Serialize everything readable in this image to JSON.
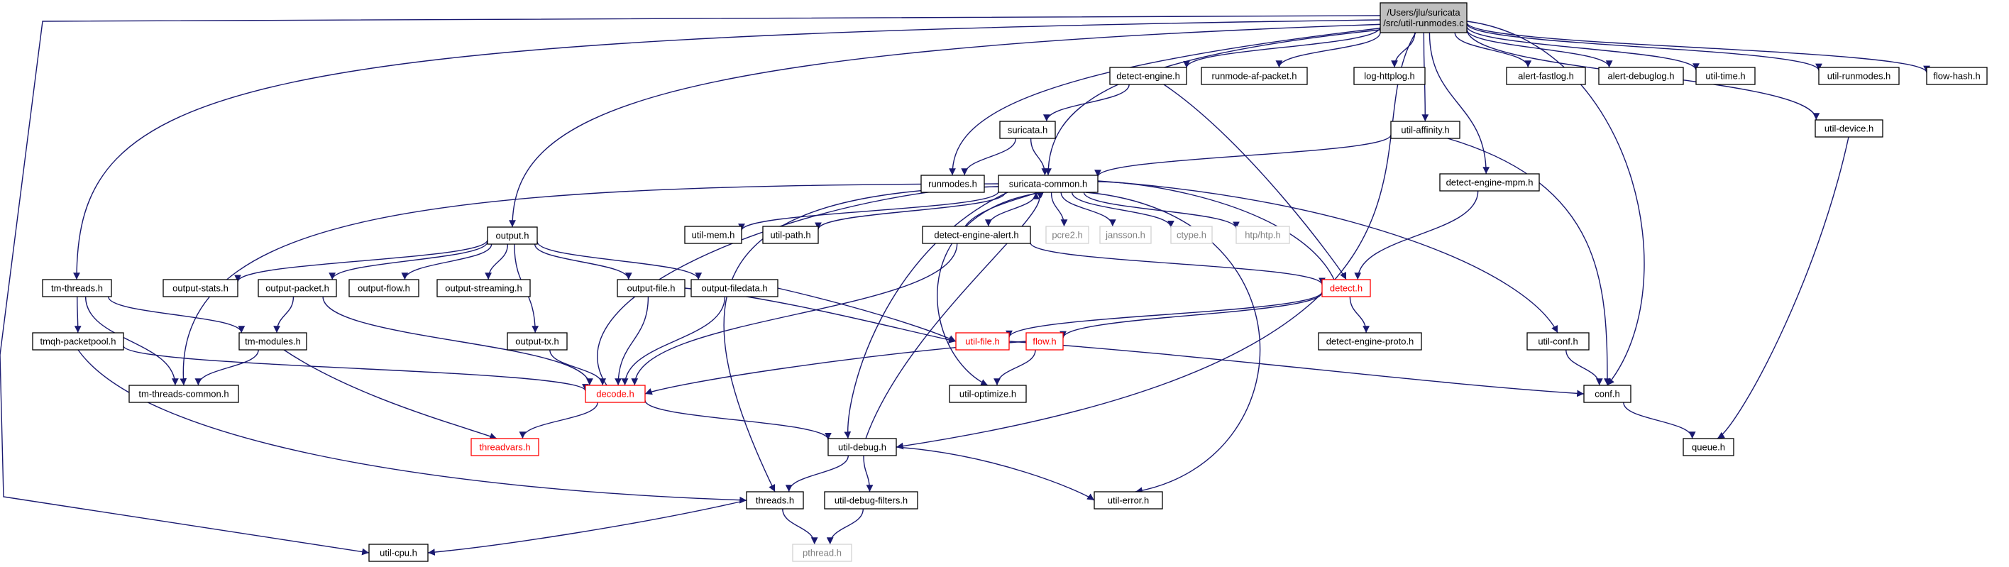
{
  "colors": {
    "edge": "#191970",
    "node_fill": "#ffffff",
    "node_border": "#000000",
    "root_fill": "#bfbfbf",
    "missing_border": "#d3d3d3",
    "missing_text": "#808080",
    "truncated_border": "#ff0000",
    "truncated_text": "#ff0000",
    "text": "#000000"
  },
  "nodes": [
    {
      "id": "root",
      "lines": [
        "/Users/jlu/suricata",
        "/src/util-runmodes.c"
      ],
      "kind": "root"
    },
    {
      "id": "tm-threads",
      "lines": [
        "tm-threads.h"
      ],
      "kind": "normal"
    },
    {
      "id": "output",
      "lines": [
        "output.h"
      ],
      "kind": "normal"
    },
    {
      "id": "runmodes",
      "lines": [
        "runmodes.h"
      ],
      "kind": "normal"
    },
    {
      "id": "suricata-common",
      "lines": [
        "suricata-common.h"
      ],
      "kind": "normal"
    },
    {
      "id": "detect-engine",
      "lines": [
        "detect-engine.h"
      ],
      "kind": "normal"
    },
    {
      "id": "runmode-af-packet",
      "lines": [
        "runmode-af-packet.h"
      ],
      "kind": "normal"
    },
    {
      "id": "log-httplog",
      "lines": [
        "log-httplog.h"
      ],
      "kind": "normal"
    },
    {
      "id": "util-affinity",
      "lines": [
        "util-affinity.h"
      ],
      "kind": "normal"
    },
    {
      "id": "detect-engine-mpm",
      "lines": [
        "detect-engine-mpm.h"
      ],
      "kind": "normal"
    },
    {
      "id": "alert-fastlog",
      "lines": [
        "alert-fastlog.h"
      ],
      "kind": "normal"
    },
    {
      "id": "alert-debuglog",
      "lines": [
        "alert-debuglog.h"
      ],
      "kind": "normal"
    },
    {
      "id": "util-time",
      "lines": [
        "util-time.h"
      ],
      "kind": "normal"
    },
    {
      "id": "util-device",
      "lines": [
        "util-device.h"
      ],
      "kind": "normal"
    },
    {
      "id": "util-runmodes",
      "lines": [
        "util-runmodes.h"
      ],
      "kind": "normal"
    },
    {
      "id": "flow-hash",
      "lines": [
        "flow-hash.h"
      ],
      "kind": "normal"
    },
    {
      "id": "suricata",
      "lines": [
        "suricata.h"
      ],
      "kind": "normal"
    },
    {
      "id": "util-mem",
      "lines": [
        "util-mem.h"
      ],
      "kind": "normal"
    },
    {
      "id": "util-path",
      "lines": [
        "util-path.h"
      ],
      "kind": "normal"
    },
    {
      "id": "detect-engine-alert",
      "lines": [
        "detect-engine-alert.h"
      ],
      "kind": "normal"
    },
    {
      "id": "pcre2",
      "lines": [
        "pcre2.h"
      ],
      "kind": "missing"
    },
    {
      "id": "jansson",
      "lines": [
        "jansson.h"
      ],
      "kind": "missing"
    },
    {
      "id": "ctype",
      "lines": [
        "ctype.h"
      ],
      "kind": "missing"
    },
    {
      "id": "htp",
      "lines": [
        "htp/htp.h"
      ],
      "kind": "missing"
    },
    {
      "id": "output-stats",
      "lines": [
        "output-stats.h"
      ],
      "kind": "normal"
    },
    {
      "id": "output-packet",
      "lines": [
        "output-packet.h"
      ],
      "kind": "normal"
    },
    {
      "id": "output-flow",
      "lines": [
        "output-flow.h"
      ],
      "kind": "normal"
    },
    {
      "id": "output-streaming",
      "lines": [
        "output-streaming.h"
      ],
      "kind": "normal"
    },
    {
      "id": "output-file",
      "lines": [
        "output-file.h"
      ],
      "kind": "normal"
    },
    {
      "id": "output-filedata",
      "lines": [
        "output-filedata.h"
      ],
      "kind": "normal"
    },
    {
      "id": "detect",
      "lines": [
        "detect.h"
      ],
      "kind": "truncated"
    },
    {
      "id": "tmqh-packetpool",
      "lines": [
        "tmqh-packetpool.h"
      ],
      "kind": "normal"
    },
    {
      "id": "tm-modules",
      "lines": [
        "tm-modules.h"
      ],
      "kind": "normal"
    },
    {
      "id": "output-tx",
      "lines": [
        "output-tx.h"
      ],
      "kind": "normal"
    },
    {
      "id": "util-file",
      "lines": [
        "util-file.h"
      ],
      "kind": "truncated"
    },
    {
      "id": "flow",
      "lines": [
        "flow.h"
      ],
      "kind": "truncated"
    },
    {
      "id": "detect-engine-proto",
      "lines": [
        "detect-engine-proto.h"
      ],
      "kind": "normal"
    },
    {
      "id": "util-conf",
      "lines": [
        "util-conf.h"
      ],
      "kind": "normal"
    },
    {
      "id": "tm-threads-common",
      "lines": [
        "tm-threads-common.h"
      ],
      "kind": "normal"
    },
    {
      "id": "decode",
      "lines": [
        "decode.h"
      ],
      "kind": "truncated"
    },
    {
      "id": "util-optimize",
      "lines": [
        "util-optimize.h"
      ],
      "kind": "normal"
    },
    {
      "id": "conf",
      "lines": [
        "conf.h"
      ],
      "kind": "normal"
    },
    {
      "id": "threadvars",
      "lines": [
        "threadvars.h"
      ],
      "kind": "truncated"
    },
    {
      "id": "util-debug",
      "lines": [
        "util-debug.h"
      ],
      "kind": "normal"
    },
    {
      "id": "queue",
      "lines": [
        "queue.h"
      ],
      "kind": "normal"
    },
    {
      "id": "threads",
      "lines": [
        "threads.h"
      ],
      "kind": "normal"
    },
    {
      "id": "util-debug-filters",
      "lines": [
        "util-debug-filters.h"
      ],
      "kind": "normal"
    },
    {
      "id": "util-error",
      "lines": [
        "util-error.h"
      ],
      "kind": "normal"
    },
    {
      "id": "pthread",
      "lines": [
        "pthread.h"
      ],
      "kind": "missing"
    },
    {
      "id": "util-cpu",
      "lines": [
        "util-cpu.h"
      ],
      "kind": "normal"
    }
  ],
  "edges": [
    [
      "root",
      "tm-threads"
    ],
    [
      "root",
      "output"
    ],
    [
      "root",
      "runmodes"
    ],
    [
      "root",
      "suricata-common"
    ],
    [
      "root",
      "detect-engine"
    ],
    [
      "root",
      "runmode-af-packet"
    ],
    [
      "root",
      "log-httplog"
    ],
    [
      "root",
      "util-affinity"
    ],
    [
      "root",
      "detect-engine-mpm"
    ],
    [
      "root",
      "alert-fastlog"
    ],
    [
      "root",
      "alert-debuglog"
    ],
    [
      "root",
      "util-time"
    ],
    [
      "root",
      "util-device"
    ],
    [
      "root",
      "util-runmodes"
    ],
    [
      "root",
      "flow-hash"
    ],
    [
      "root",
      "util-debug"
    ],
    [
      "root",
      "conf"
    ],
    [
      "root",
      "util-cpu"
    ],
    [
      "detect-engine",
      "suricata"
    ],
    [
      "detect-engine",
      "detect"
    ],
    [
      "suricata",
      "runmodes"
    ],
    [
      "suricata",
      "suricata-common"
    ],
    [
      "util-affinity",
      "suricata-common"
    ],
    [
      "util-affinity",
      "conf"
    ],
    [
      "detect-engine-mpm",
      "detect"
    ],
    [
      "util-device",
      "queue"
    ],
    [
      "suricata-common",
      "util-mem"
    ],
    [
      "suricata-common",
      "util-path"
    ],
    [
      "suricata-common",
      "detect-engine-alert"
    ],
    [
      "suricata-common",
      "pcre2"
    ],
    [
      "suricata-common",
      "jansson"
    ],
    [
      "suricata-common",
      "ctype"
    ],
    [
      "suricata-common",
      "htp"
    ],
    [
      "suricata-common",
      "tm-threads-common"
    ],
    [
      "suricata-common",
      "util-conf"
    ],
    [
      "suricata-common",
      "util-debug"
    ],
    [
      "suricata-common",
      "threads"
    ],
    [
      "suricata-common",
      "util-optimize"
    ],
    [
      "suricata-common",
      "util-error"
    ],
    [
      "detect-engine-alert",
      "suricata-common"
    ],
    [
      "detect-engine-alert",
      "detect"
    ],
    [
      "detect-engine-alert",
      "decode"
    ],
    [
      "detect",
      "suricata-common"
    ],
    [
      "detect",
      "util-file"
    ],
    [
      "detect",
      "flow"
    ],
    [
      "detect",
      "detect-engine-proto"
    ],
    [
      "output",
      "output-stats"
    ],
    [
      "output",
      "output-packet"
    ],
    [
      "output",
      "output-flow"
    ],
    [
      "output",
      "output-streaming"
    ],
    [
      "output",
      "output-file"
    ],
    [
      "output",
      "output-filedata"
    ],
    [
      "output",
      "output-tx"
    ],
    [
      "output-packet",
      "tm-modules"
    ],
    [
      "output-packet",
      "decode"
    ],
    [
      "output-file",
      "decode"
    ],
    [
      "output-file",
      "util-file"
    ],
    [
      "output-filedata",
      "decode"
    ],
    [
      "output-filedata",
      "util-file"
    ],
    [
      "output-tx",
      "decode"
    ],
    [
      "tm-threads",
      "tmqh-packetpool"
    ],
    [
      "tm-threads",
      "tm-modules"
    ],
    [
      "tm-threads",
      "tm-threads-common"
    ],
    [
      "tmqh-packetpool",
      "decode"
    ],
    [
      "tmqh-packetpool",
      "threads"
    ],
    [
      "tm-modules",
      "tm-threads-common"
    ],
    [
      "tm-modules",
      "threadvars"
    ],
    [
      "decode",
      "suricata-common"
    ],
    [
      "decode",
      "threadvars"
    ],
    [
      "decode",
      "util-debug"
    ],
    [
      "util-file",
      "conf"
    ],
    [
      "flow",
      "decode"
    ],
    [
      "flow",
      "util-optimize"
    ],
    [
      "util-conf",
      "conf"
    ],
    [
      "conf",
      "queue"
    ],
    [
      "util-debug",
      "suricata-common"
    ],
    [
      "util-debug",
      "threads"
    ],
    [
      "util-debug",
      "util-debug-filters"
    ],
    [
      "util-debug",
      "util-error"
    ],
    [
      "util-debug-filters",
      "pthread"
    ],
    [
      "threads",
      "pthread"
    ],
    [
      "threads",
      "util-cpu"
    ]
  ]
}
